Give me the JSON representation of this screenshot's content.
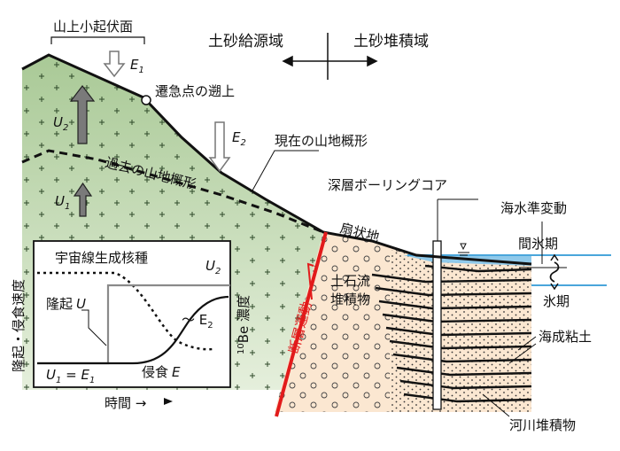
{
  "header": {
    "supply_zone": "土砂給源域",
    "deposit_zone": "土砂堆積域"
  },
  "mountain": {
    "summit_surface": "山上小起伏面",
    "e1": "E",
    "e1_sub": "1",
    "knickpoint": "遷急点の遡上",
    "e2": "E",
    "e2_sub": "2",
    "u2": "U",
    "u2_sub": "2",
    "u1": "U",
    "u1_sub": "1",
    "current_profile": "現在の山地概形",
    "past_profile": "過去の山地概形"
  },
  "basin": {
    "alluvial_fan": "扇状地",
    "borehole": "深層ボーリングコア",
    "sea_level_change": "海水準変動",
    "interglacial": "間氷期",
    "glacial": "氷期",
    "debris_flow_line1": "土石流",
    "debris_flow_line2": "堆積物",
    "fault": "断層運動",
    "marine_clay": "海成粘土",
    "fluvial": "河川堆積物"
  },
  "inset": {
    "title": "宇宙線生成核種",
    "y_label": "隆起・侵食速度",
    "y2_label_prefix": "10",
    "y2_label_main": "Be 濃度",
    "x_label": "時間 →",
    "uplift_label": "隆起",
    "uplift_sym": "U",
    "erosion_label": "侵食",
    "erosion_sym": "E",
    "u2": "U",
    "u2_sub": "2",
    "approx_e2": "～ E",
    "approx_e2_sub": "2",
    "u1_eq": "U",
    "u1_eq_sub": "1",
    "u1_eq_mid": " = E",
    "u1_eq_sub2": "1"
  },
  "colors": {
    "mountain_fill": "#c6dbb5",
    "sediment_fill": "#fbe7d1",
    "water": "#8fc9ea",
    "fault": "#e21b1b",
    "arrow_gray": "#7a7a7a"
  }
}
